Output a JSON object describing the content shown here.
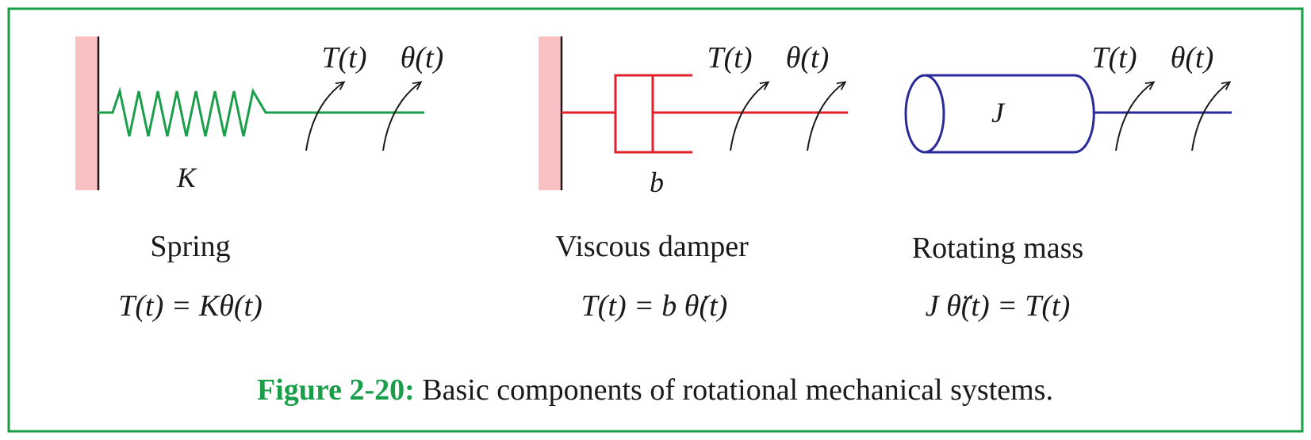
{
  "colors": {
    "frame": "#1a9e4a",
    "wall": "#f9c0c4",
    "spring": "#1a9e4a",
    "damper": "#e0202a",
    "mass": "#2a2a9a",
    "caption_accent": "#1a9e4a",
    "ink": "#1a1a1a"
  },
  "spring": {
    "torque_label": "T(t)",
    "angle_label": "θ(t)",
    "param": "K",
    "name": "Spring",
    "equation": "T(t) = Kθ(t)"
  },
  "damper": {
    "torque_label": "T(t)",
    "angle_label": "θ(t)",
    "param": "b",
    "name": "Viscous damper",
    "equation": "T(t) =  b θ̇(t)"
  },
  "mass": {
    "torque_label": "T(t)",
    "angle_label": "θ(t)",
    "param": "J",
    "name": "Rotating mass",
    "equation": "J θ̈(t) =  T(t)"
  },
  "caption": {
    "number": "Figure 2-20:",
    "text": " Basic components of rotational mechanical systems."
  }
}
